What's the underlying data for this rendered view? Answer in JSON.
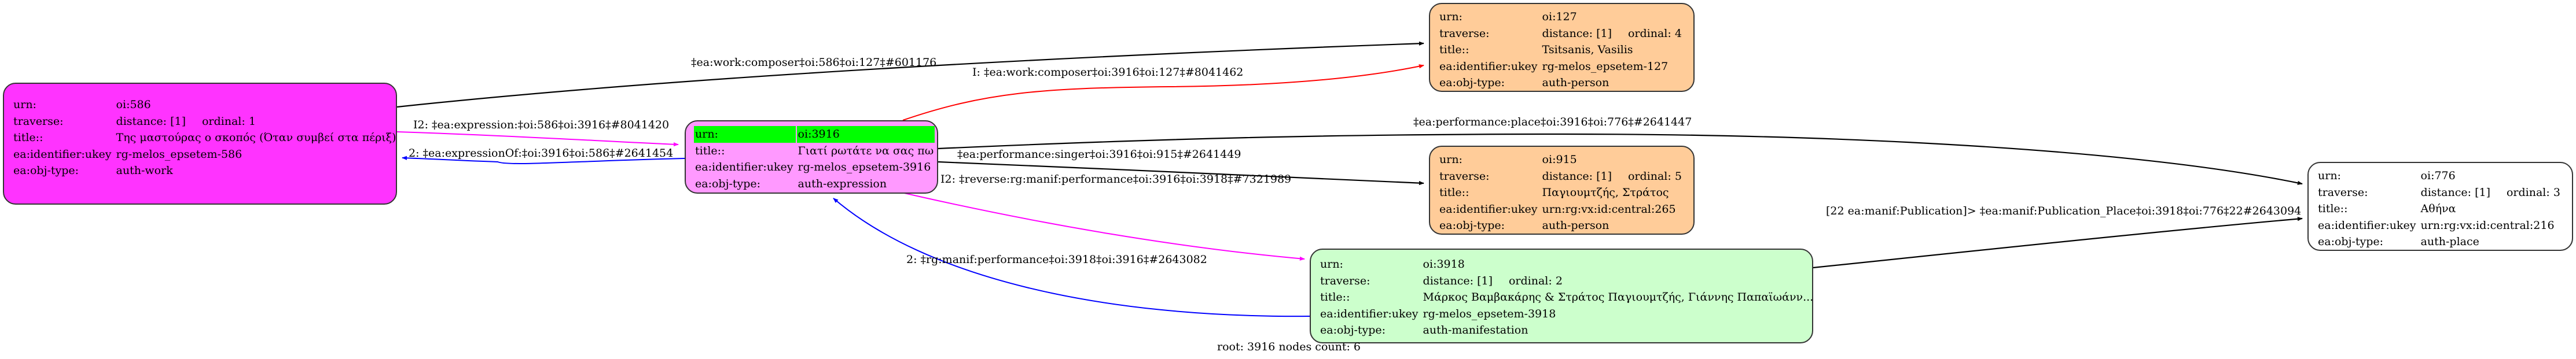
{
  "graph": {
    "footer": "root: 3916 nodes count: 6",
    "colors": {
      "work": "#ff33ff",
      "expression": "#ff99ff",
      "person": "#ffcc99",
      "manifestation": "#ccffcc",
      "place": "#ffffff",
      "root_highlight": "#00ff00",
      "edge_default": "#000000",
      "edge_red": "#ff0000",
      "edge_magenta": "#ff00ff",
      "edge_blue": "#0000ff"
    },
    "field_labels": {
      "urn": "urn:",
      "traverse": "traverse:",
      "title": "title::",
      "ukey": "ea:identifier:ukey",
      "objtype": "ea:obj-type:"
    },
    "nodes": {
      "n586": {
        "urn": "oi:586",
        "distance": "distance: [1]",
        "ordinal": "ordinal: 1",
        "title": "Της μαστούρας ο σκοπός (Όταν συμβεί στα πέριξ)",
        "ukey": "rg-melos_epsetem-586",
        "objtype": "auth-work"
      },
      "n3916": {
        "urn": "oi:3916",
        "title": "Γιατί ρωτάτε να σας πω",
        "ukey": "rg-melos_epsetem-3916",
        "objtype": "auth-expression"
      },
      "n127": {
        "urn": "oi:127",
        "distance": "distance: [1]",
        "ordinal": "ordinal: 4",
        "title": "Tsitsanis, Vasilis",
        "ukey": "rg-melos_epsetem-127",
        "objtype": "auth-person"
      },
      "n915": {
        "urn": "oi:915",
        "distance": "distance: [1]",
        "ordinal": "ordinal: 5",
        "title": "Παγιουμτζής, Στράτος",
        "ukey": "urn:rg:vx:id:central:265",
        "objtype": "auth-person"
      },
      "n3918": {
        "urn": "oi:3918",
        "distance": "distance: [1]",
        "ordinal": "ordinal: 2",
        "title": "Μάρκος Βαμβακάρης & Στράτος Παγιουμτζής, Γιάννης Παπαϊωάνν...",
        "ukey": "rg-melos_epsetem-3918",
        "objtype": "auth-manifestation"
      },
      "n776": {
        "urn": "oi:776",
        "distance": "distance: [1]",
        "ordinal": "ordinal: 3",
        "title": "Αθήνα",
        "ukey": "urn:rg:vx:id:central:216",
        "objtype": "auth-place"
      }
    },
    "edges": [
      {
        "id": "e1",
        "from": "oi:586",
        "to": "oi:127",
        "color": "#000000",
        "label": "‡ea:work:composer‡oi:586‡oi:127‡#601176"
      },
      {
        "id": "e2",
        "from": "oi:3916",
        "to": "oi:127",
        "color": "#ff0000",
        "label": "I: ‡ea:work:composer‡oi:3916‡oi:127‡#8041462"
      },
      {
        "id": "e3",
        "from": "oi:586",
        "to": "oi:3916",
        "color": "#ff00ff",
        "label": "I2: ‡ea:expression:‡oi:586‡oi:3916‡#8041420"
      },
      {
        "id": "e4",
        "from": "oi:3916",
        "to": "oi:586",
        "color": "#0000ff",
        "label": "2: ‡ea:expressionOf:‡oi:3916‡oi:586‡#2641454"
      },
      {
        "id": "e5",
        "from": "oi:3916",
        "to": "oi:776",
        "color": "#000000",
        "label": "‡ea:performance:place‡oi:3916‡oi:776‡#2641447"
      },
      {
        "id": "e6",
        "from": "oi:3916",
        "to": "oi:915",
        "color": "#000000",
        "label": "‡ea:performance:singer‡oi:3916‡oi:915‡#2641449"
      },
      {
        "id": "e7",
        "from": "oi:3916",
        "to": "oi:3918",
        "color": "#ff00ff",
        "label": "I2: ‡reverse:rg:manif:performance‡oi:3916‡oi:3918‡#7321989"
      },
      {
        "id": "e8",
        "from": "oi:3918",
        "to": "oi:3916",
        "color": "#0000ff",
        "label": "2: ‡rg:manif:performance‡oi:3918‡oi:3916‡#2643082"
      },
      {
        "id": "e9",
        "from": "oi:3918",
        "to": "oi:776",
        "color": "#000000",
        "label": "[22 ea:manif:Publication]> ‡ea:manif:Publication_Place‡oi:3918‡oi:776‡22#2643094"
      }
    ]
  }
}
